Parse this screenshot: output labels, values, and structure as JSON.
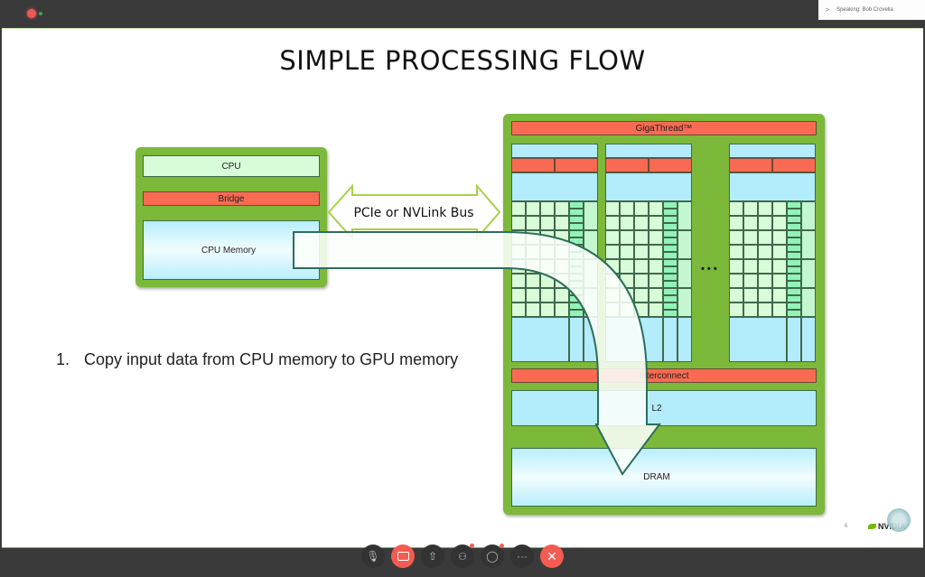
{
  "window": {
    "speaker_label": "Speaking: Bob Crovella",
    "speaker_chevron": ">"
  },
  "slide": {
    "title": "SIMPLE PROCESSING FLOW",
    "cpu_block": {
      "cpu_label": "CPU",
      "bridge_label": "Bridge",
      "memory_label": "CPU Memory"
    },
    "bus_label": "PCIe or NVLink Bus",
    "gpu_block": {
      "gigathread_label": "GigaThread™",
      "ellipsis": "• • •",
      "interconnect_label": "Interconnect",
      "l2_label": "L2",
      "dram_label": "DRAM"
    },
    "steps": [
      {
        "number": "1.",
        "text": "Copy input data from CPU memory to GPU memory"
      }
    ],
    "page_number": "6",
    "logo_text": "NVIDIA"
  },
  "colors": {
    "nvidia_green": "#7cb83a",
    "red_block": "#f96a52",
    "blue_block": "#b3ecfb",
    "core_green": "#d8fbd8",
    "arrow_outline": "#2e6e5a",
    "control_red": "#f45b52"
  },
  "controls": [
    {
      "name": "microphone-button",
      "icon": "mic-off-icon",
      "glyph": "🎙"
    },
    {
      "name": "video-button",
      "icon": "video-off-icon",
      "glyph": "▭"
    },
    {
      "name": "share-button",
      "icon": "share-icon",
      "glyph": "⇧"
    },
    {
      "name": "participants-button",
      "icon": "person-icon",
      "glyph": "👤"
    },
    {
      "name": "chat-button",
      "icon": "chat-bubble-icon",
      "glyph": "◯"
    },
    {
      "name": "more-button",
      "icon": "more-icon",
      "glyph": "···"
    },
    {
      "name": "leave-button",
      "icon": "close-icon",
      "glyph": "✕"
    }
  ]
}
